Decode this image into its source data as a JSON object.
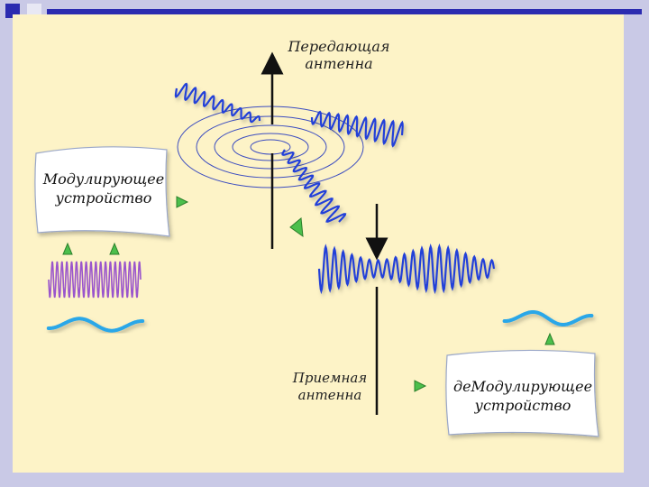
{
  "labels": {
    "transmit_antenna": [
      "Передающая",
      "антенна"
    ],
    "receive_antenna": [
      "Приемная",
      "антенна"
    ],
    "modulator": [
      "Модулирующее",
      "устройство"
    ],
    "demodulator": [
      "деМодулирующее",
      "устройство"
    ]
  },
  "colors": {
    "background": "#c9c9e6",
    "panel": "#fdf3c7",
    "wave_blue": "#2440d8",
    "carrier_purple": "#9a55cc",
    "signal_cyan": "#2aa7e8",
    "arrow_green": "#4cbf4c",
    "accent_navy": "#2b2bb0"
  }
}
